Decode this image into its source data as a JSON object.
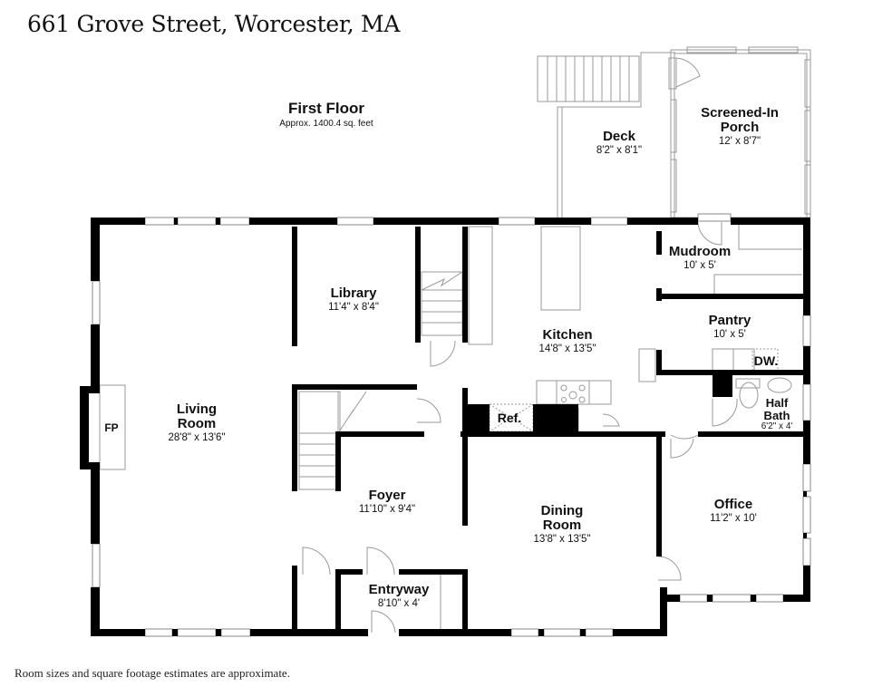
{
  "header": {
    "address": "661 Grove Street, Worcester, MA"
  },
  "floor": {
    "name": "First Floor",
    "area": "Approx. 1400.4 sq. feet"
  },
  "rooms": [
    {
      "id": "living-room",
      "name": "Living\nRoom",
      "name_line1": "Living",
      "name_line2": "Room",
      "dims": "28'8\" x 13'6\""
    },
    {
      "id": "library",
      "name": "Library",
      "dims": "11'4\" x 8'4\""
    },
    {
      "id": "kitchen",
      "name": "Kitchen",
      "dims": "14'8\" x 13'5\""
    },
    {
      "id": "mudroom",
      "name": "Mudroom",
      "dims": "10' x 5'"
    },
    {
      "id": "pantry",
      "name": "Pantry",
      "dims": "10' x 5'"
    },
    {
      "id": "half-bath",
      "name_line1": "Half",
      "name_line2": "Bath",
      "dims": "6'2\" x 4'"
    },
    {
      "id": "foyer",
      "name": "Foyer",
      "dims": "11'10\" x 9'4\""
    },
    {
      "id": "dining-room",
      "name_line1": "Dining",
      "name_line2": "Room",
      "dims": "13'8\" x 13'5\""
    },
    {
      "id": "office",
      "name": "Office",
      "dims": "11'2\" x 10'"
    },
    {
      "id": "entryway",
      "name": "Entryway",
      "dims": "8'10\" x 4'"
    },
    {
      "id": "deck",
      "name": "Deck",
      "dims": "8'2\" x 8'1\""
    },
    {
      "id": "screened-porch",
      "name_line1": "Screened-In",
      "name_line2": "Porch",
      "dims": "12' x 8'7\""
    }
  ],
  "fixtures": {
    "fireplace": "FP",
    "refrigerator": "Ref.",
    "dishwasher": "DW."
  },
  "footer": {
    "disclaimer": "Room sizes and square footage estimates are approximate."
  },
  "colors": {
    "wall": "#000000",
    "thin_line": "#9a9a9a",
    "background": "#ffffff"
  }
}
